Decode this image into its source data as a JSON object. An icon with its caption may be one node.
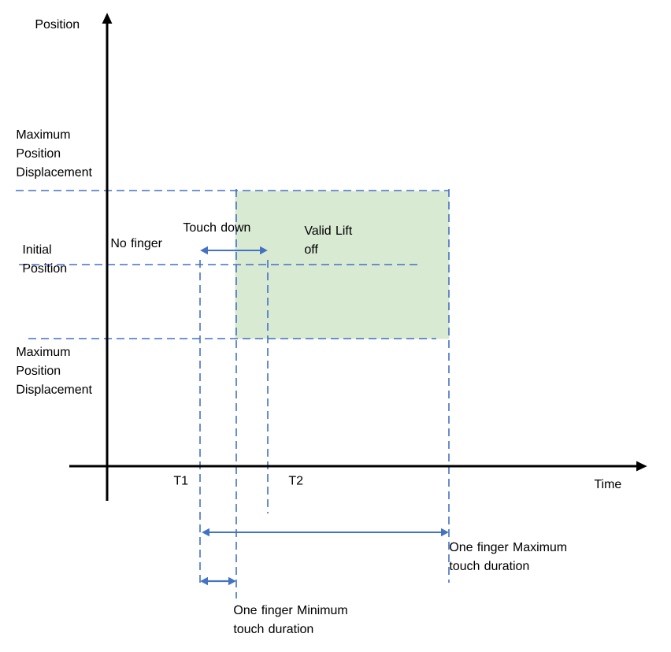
{
  "diagram": {
    "nodes": [
      {
        "text": [
          "Valid Lift off"
        ]
      }
    ],
    "labels": [
      "Position",
      "Maximum Position Displacement",
      "Touch down",
      "Initial Position",
      "No finger",
      "Maximum Position Displacement",
      "T1",
      "T2",
      "Time",
      "One finger Maximum touch duration",
      "One finger Minimum touch duration"
    ]
  }
}
